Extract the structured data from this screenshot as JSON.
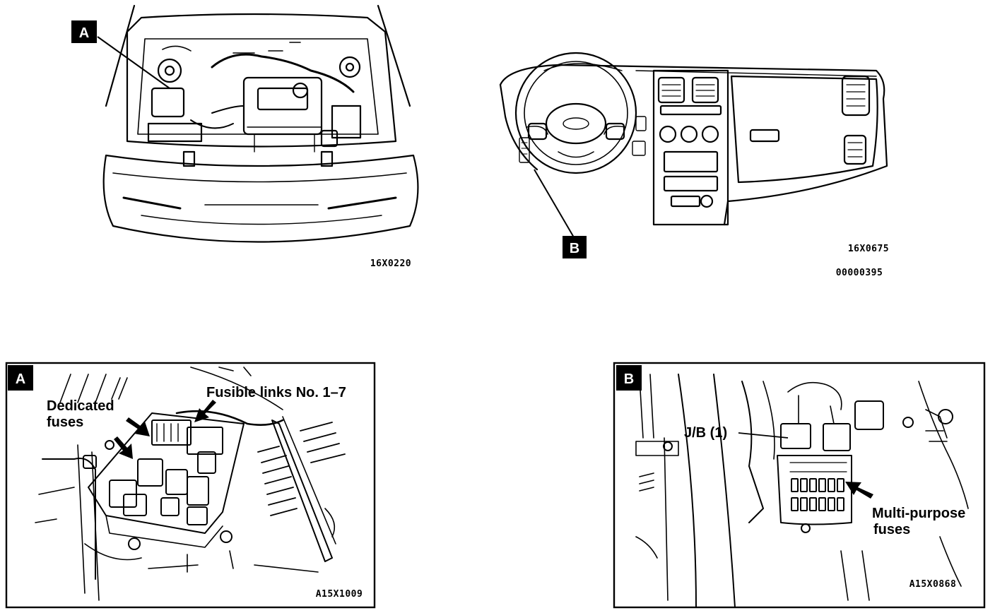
{
  "top_left": {
    "callout": "A",
    "code": "16X0220"
  },
  "top_right": {
    "callout": "B",
    "code": "16X0675",
    "doc_number": "00000395"
  },
  "bottom_left": {
    "badge": "A",
    "label_fusible": "Fusible links No. 1–7",
    "label_dedicated_1": "Dedicated",
    "label_dedicated_2": "fuses",
    "code": "A15X1009"
  },
  "bottom_right": {
    "badge": "B",
    "label_jb": "J/B (1)",
    "label_multi_1": "Multi-purpose",
    "label_multi_2": "fuses",
    "code": "A15X0868"
  },
  "colors": {
    "ink": "#000000",
    "paper": "#ffffff"
  }
}
